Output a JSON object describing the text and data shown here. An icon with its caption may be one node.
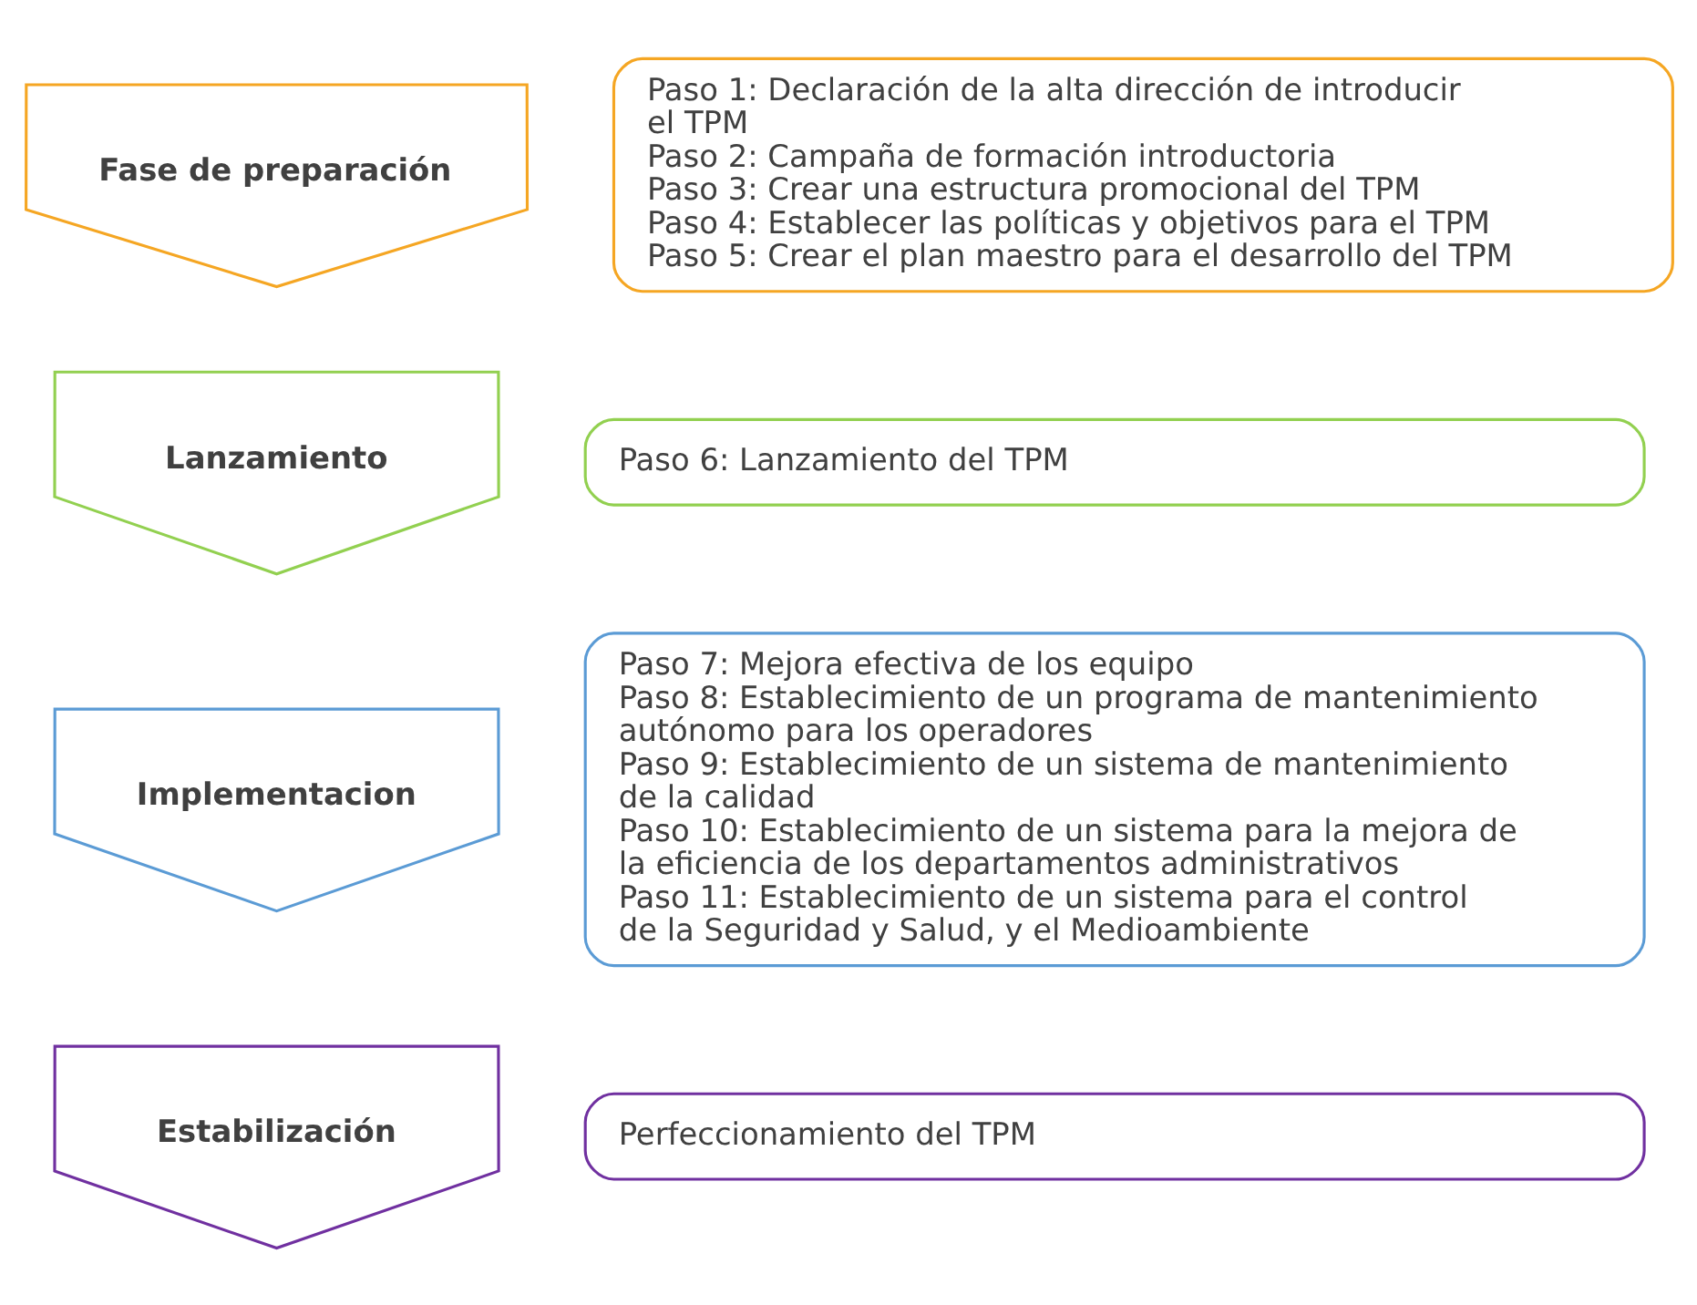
{
  "diagram": {
    "nodes": [
      {
        "text": [
          "Fase de preparación"
        ]
      },
      {
        "text": [
          "Paso 1: Declaración de la alta dirección de introducir el TPM",
          "Paso 2: Campaña de formación introductoria",
          "Paso 3: Crear una estructura promocional del TPM",
          "Paso 4: Establecer las políticas y objetivos para el TPM",
          "Paso 5: Crear el plan maestro para el desarrollo del TPM"
        ]
      },
      {
        "text": [
          "Lanzamiento"
        ]
      },
      {
        "text": [
          "Paso 6: Lanzamiento del TPM"
        ]
      },
      {
        "text": [
          "Implementacion"
        ]
      },
      {
        "text": [
          "Paso 7: Mejora efectiva de los equipo",
          "Paso 8: Establecimiento de un programa de mantenimiento autónomo para los operadores",
          "Paso 9: Establecimiento de un sistema de mantenimiento de la calidad",
          "Paso 10: Establecimiento de un sistema para la mejora de la eficiencia de los departamentos administrativos",
          "Paso 11: Establecimiento de un sistema para el control de la Seguridad y Salud, y el Medioambiente"
        ]
      },
      {
        "text": [
          "Estabilización"
        ]
      },
      {
        "text": [
          "Perfeccionamiento del TPM"
        ]
      }
    ],
    "edges": []
  }
}
